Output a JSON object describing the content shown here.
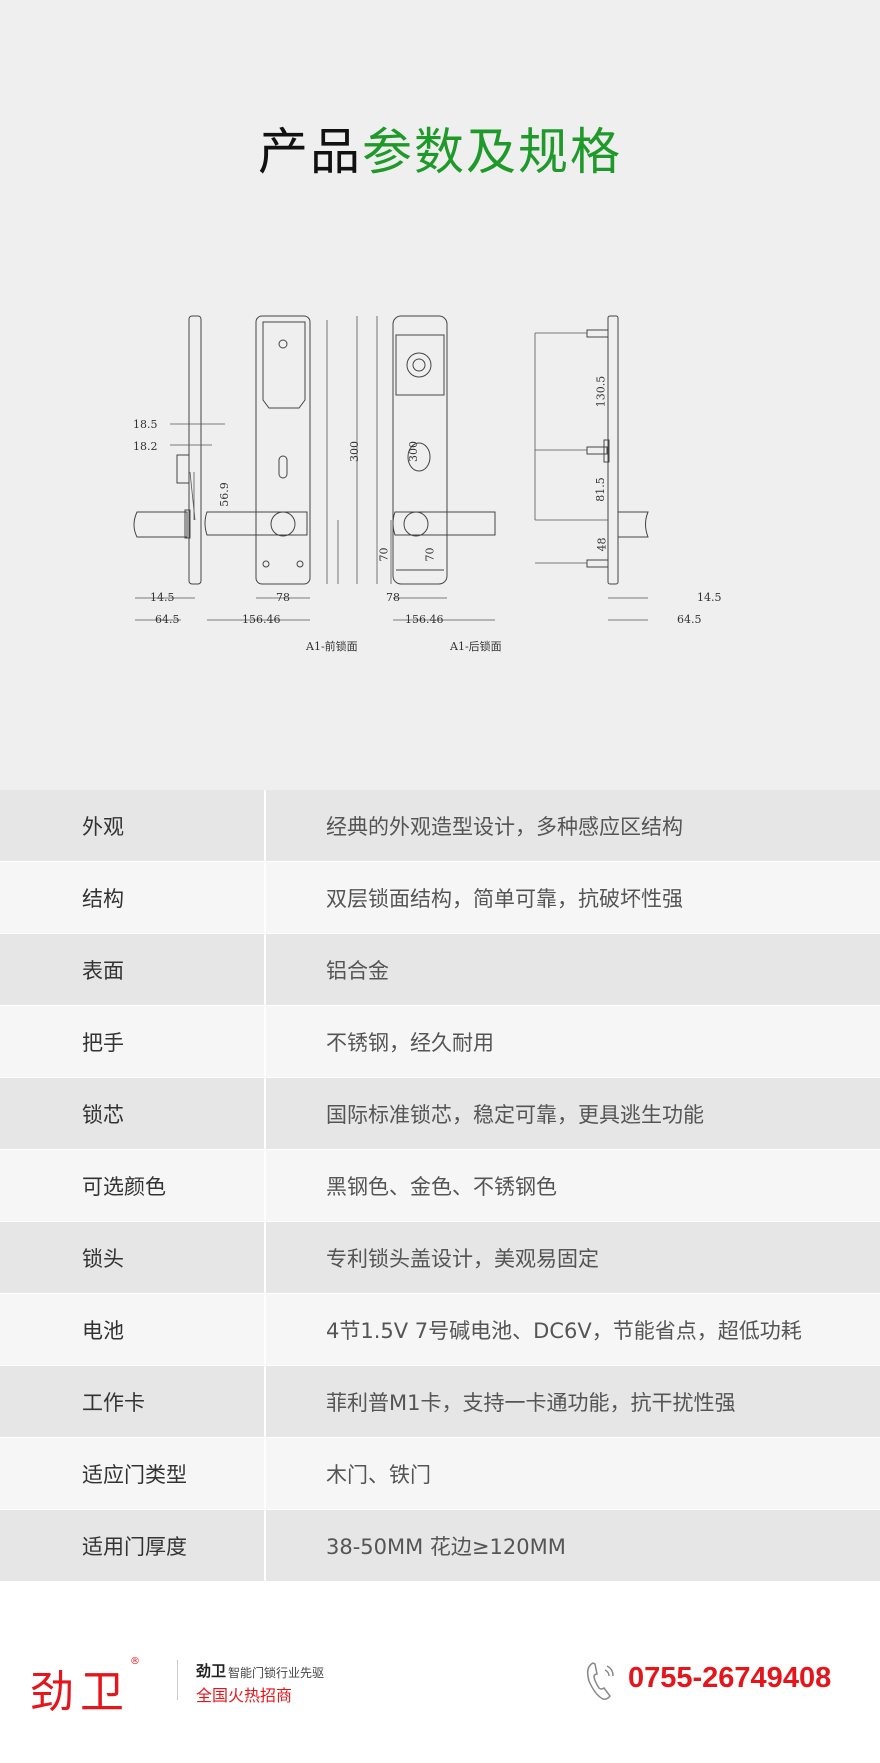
{
  "header": {
    "title_black": "产品",
    "title_green": "参数及规格"
  },
  "drawing": {
    "front_caption": "A1-前锁面",
    "back_caption": "A1-后锁面",
    "dims": {
      "d18_5": "18.5",
      "d18_2": "18.2",
      "d56_9": "56.9",
      "d14_5": "14.5",
      "d64_5": "64.5",
      "d300": "300",
      "d70": "70",
      "d78": "78",
      "d156_46": "156.46",
      "d130_5": "130.5",
      "d81_5": "81.5",
      "d48": "48"
    }
  },
  "specs": [
    {
      "key": "外观",
      "value": "经典的外观造型设计，多种感应区结构"
    },
    {
      "key": "结构",
      "value": "双层锁面结构，简单可靠，抗破坏性强"
    },
    {
      "key": "表面",
      "value": "铝合金"
    },
    {
      "key": "把手",
      "value": "不锈钢，经久耐用"
    },
    {
      "key": "锁芯",
      "value": "国际标准锁芯，稳定可靠，更具逃生功能"
    },
    {
      "key": "可选颜色",
      "value": "黑钢色、金色、不锈钢色"
    },
    {
      "key": "锁头",
      "value": "专利锁头盖设计，美观易固定"
    },
    {
      "key": "电池",
      "value": "4节1.5V  7号碱电池、DC6V，节能省点，超低功耗"
    },
    {
      "key": "工作卡",
      "value": "菲利普M1卡，支持一卡通功能，抗干扰性强"
    },
    {
      "key": "适应门类型",
      "value": "木门、铁门"
    },
    {
      "key": "适用门厚度",
      "value": "38-50MM  花边≥120MM"
    }
  ],
  "footer": {
    "logo": "劲卫",
    "brand": "劲卫",
    "slogan": "智能门锁行业先驱",
    "invite": "全国火热招商",
    "phone": "0755-26749408"
  },
  "colors": {
    "green": "#1f9a2a",
    "red": "#e4161b"
  }
}
